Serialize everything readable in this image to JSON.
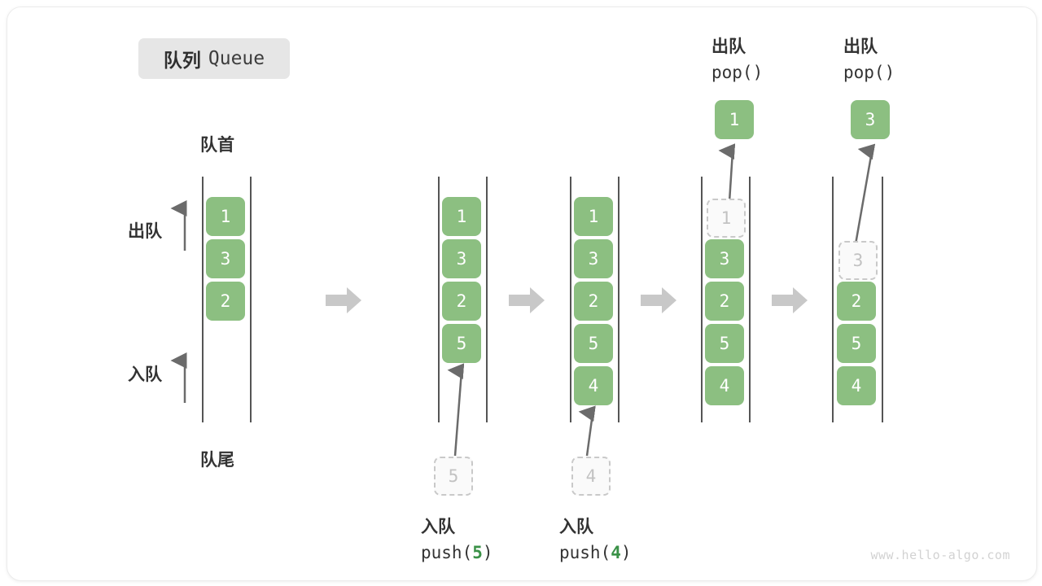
{
  "title": {
    "cn": "队列",
    "en": "Queue"
  },
  "labels": {
    "head": "队首",
    "tail": "队尾",
    "dequeue": "出队",
    "enqueue": "入队"
  },
  "watermark": "www.hello-algo.com",
  "colors": {
    "cell_green": "#8cbf81",
    "ghost_border": "#c9c9c9",
    "ghost_text": "#c2c2c2",
    "rail": "#555555",
    "block_arrow": "#c8c8c8",
    "thin_arrow": "#6b6b6b",
    "badge_bg": "#e6e6e6",
    "accent_number": "#3a9147"
  },
  "stages": [
    {
      "id": "initial",
      "cells": [
        {
          "value": "1",
          "state": "filled"
        },
        {
          "value": "3",
          "state": "filled"
        },
        {
          "value": "2",
          "state": "filled"
        }
      ],
      "op": null
    },
    {
      "id": "after-push-5",
      "cells": [
        {
          "value": "1",
          "state": "filled"
        },
        {
          "value": "3",
          "state": "filled"
        },
        {
          "value": "2",
          "state": "filled"
        },
        {
          "value": "5",
          "state": "filled"
        }
      ],
      "op": {
        "kind": "push",
        "cn": "入队",
        "code_prefix": "push(",
        "code_value": "5",
        "code_suffix": ")",
        "ghost_value": "5"
      }
    },
    {
      "id": "after-push-4",
      "cells": [
        {
          "value": "1",
          "state": "filled"
        },
        {
          "value": "3",
          "state": "filled"
        },
        {
          "value": "2",
          "state": "filled"
        },
        {
          "value": "5",
          "state": "filled"
        },
        {
          "value": "4",
          "state": "filled"
        }
      ],
      "op": {
        "kind": "push",
        "cn": "入队",
        "code_prefix": "push(",
        "code_value": "4",
        "code_suffix": ")",
        "ghost_value": "4"
      }
    },
    {
      "id": "after-pop-1",
      "cells": [
        {
          "value": "1",
          "state": "ghost"
        },
        {
          "value": "3",
          "state": "filled"
        },
        {
          "value": "2",
          "state": "filled"
        },
        {
          "value": "5",
          "state": "filled"
        },
        {
          "value": "4",
          "state": "filled"
        }
      ],
      "op": {
        "kind": "pop",
        "cn": "出队",
        "code": "pop()",
        "popped_value": "1"
      }
    },
    {
      "id": "after-pop-3",
      "cells": [
        {
          "value": "3",
          "state": "ghost"
        },
        {
          "value": "2",
          "state": "filled"
        },
        {
          "value": "5",
          "state": "filled"
        },
        {
          "value": "4",
          "state": "filled"
        }
      ],
      "op": {
        "kind": "pop",
        "cn": "出队",
        "code": "pop()",
        "popped_value": "3"
      }
    }
  ]
}
